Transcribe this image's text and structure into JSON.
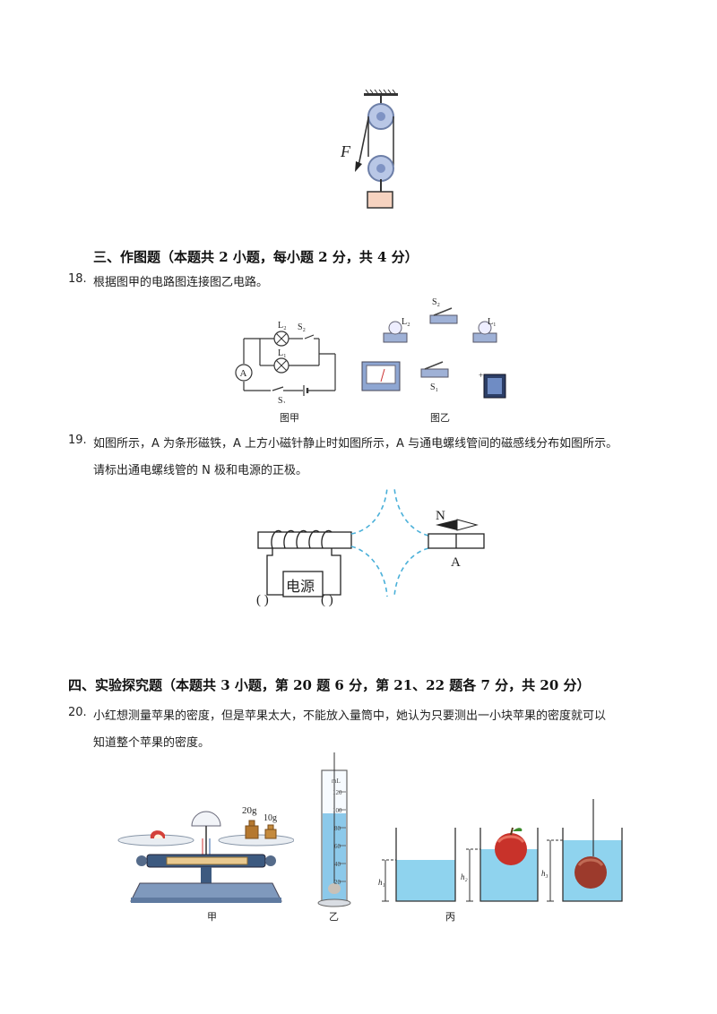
{
  "pulley": {
    "force_label": "F"
  },
  "section3": {
    "title": "三、作图题（本题共 2 小题，每小题 2 分，共 4 分）"
  },
  "q18": {
    "number": "18.",
    "text": "根据图甲的电路图连接图乙电路。",
    "fig_a_caption": "图甲",
    "fig_b_caption": "图乙",
    "labels": {
      "L2": "L₂",
      "S2": "S₂",
      "L1": "L₁",
      "A": "A",
      "S1": "S₁"
    }
  },
  "q19": {
    "number": "19.",
    "line1": "如图所示，A 为条形磁铁，A 上方小磁针静止时如图所示，A 与通电螺线管间的磁感线分布如图所示。",
    "line2": "请标出通电螺线管的 N 极和电源的正极。",
    "power_label": "电源",
    "paren_left": "(   )",
    "paren_right": "(   )",
    "needle_label": "N",
    "magnet_label": "A"
  },
  "section4": {
    "title": "四、实验探究题（本题共 3 小题，第 20 题 6 分，第 21、22 题各 7 分，共 20 分）"
  },
  "q20": {
    "number": "20.",
    "line1": "小红想测量苹果的密度，但是苹果太大，不能放入量筒中，她认为只要测出一小块苹果的密度就可以",
    "line2": "知道整个苹果的密度。",
    "weight1": "20g",
    "weight2": "10g",
    "cylinder_unit": "mL",
    "cylinder_ticks": [
      "120",
      "100",
      "80",
      "60",
      "40",
      "20"
    ],
    "h1": "h₁",
    "h2": "h₂",
    "h3": "h₃",
    "cap_a": "甲",
    "cap_b": "乙",
    "cap_c": "丙"
  }
}
